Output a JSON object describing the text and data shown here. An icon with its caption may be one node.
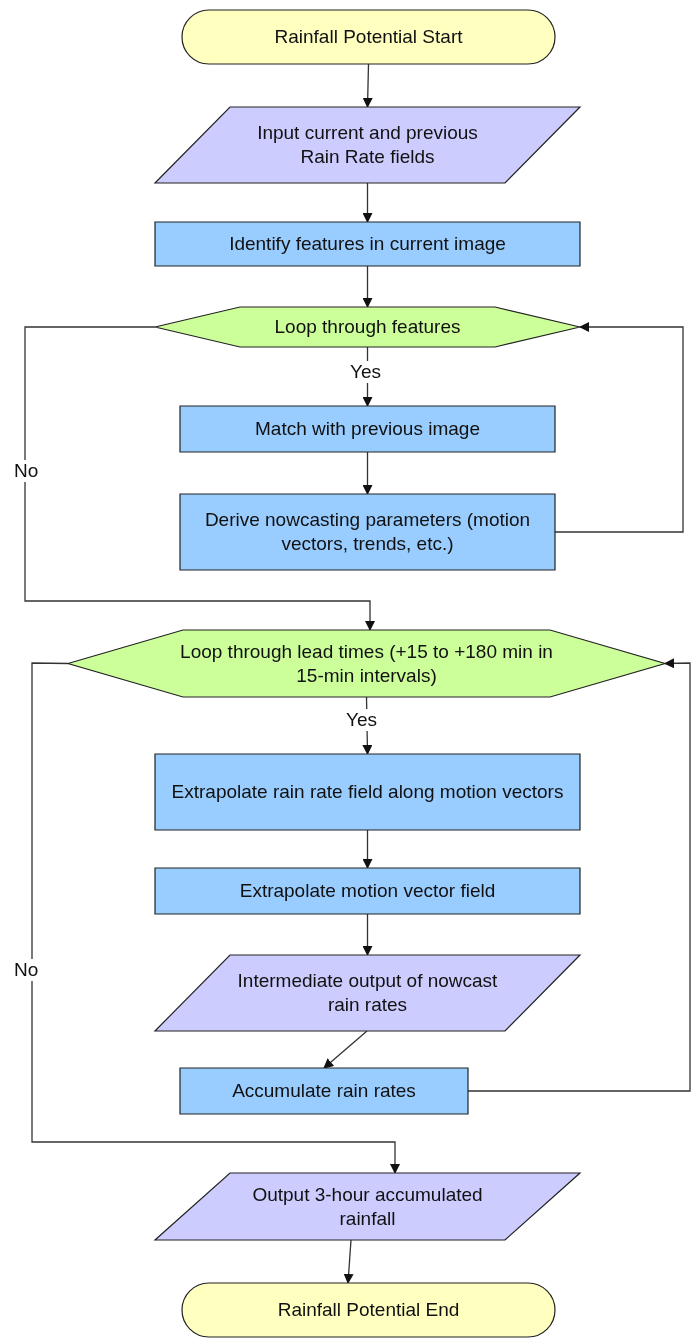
{
  "diagram": {
    "nodes": [
      {
        "text": [
          "Rainfall Potential Start"
        ]
      },
      {
        "text": [
          "Input current and previous Rain Rate fields"
        ]
      },
      {
        "text": [
          "Identify features in current image"
        ]
      },
      {
        "text": [
          "Loop through features"
        ]
      },
      {
        "text": [
          "Match with previous image"
        ]
      },
      {
        "text": [
          "Derive nowcasting parameters (motion vectors, trends, etc.)"
        ]
      },
      {
        "text": [
          "Loop through lead times (+15 to +180 min in 15-min intervals)"
        ]
      },
      {
        "text": [
          "Extrapolate rain rate field along motion vectors"
        ]
      },
      {
        "text": [
          "Extrapolate motion vector field"
        ]
      },
      {
        "text": [
          "Intermediate output of nowcast rain rates"
        ]
      },
      {
        "text": [
          "Accumulate rain rates"
        ]
      },
      {
        "text": [
          "Output 3-hour accumulated rainfall"
        ]
      },
      {
        "text": [
          "Rainfall Potential End"
        ]
      }
    ],
    "edges": [
      {
        "from": 0,
        "to": 1,
        "arrow": "to"
      },
      {
        "from": 1,
        "to": 2,
        "arrow": "to"
      },
      {
        "from": 2,
        "to": 3,
        "arrow": "to"
      },
      {
        "from": 3,
        "to": 4,
        "arrow": "to",
        "label": "Yes"
      },
      {
        "from": 4,
        "to": 5,
        "arrow": "to"
      },
      {
        "from": 5,
        "to": 3,
        "arrow": "to"
      },
      {
        "from": 3,
        "to": 6,
        "arrow": "to",
        "label": "No"
      },
      {
        "from": 6,
        "to": 7,
        "arrow": "to",
        "label": "Yes"
      },
      {
        "from": 7,
        "to": 8,
        "arrow": "to"
      },
      {
        "from": 8,
        "to": 9,
        "arrow": "to"
      },
      {
        "from": 9,
        "to": 10,
        "arrow": "to"
      },
      {
        "from": 10,
        "to": 6,
        "arrow": "to"
      },
      {
        "from": 6,
        "to": 11,
        "arrow": "to",
        "label": "No"
      },
      {
        "from": 11,
        "to": 12,
        "arrow": "to"
      }
    ]
  }
}
